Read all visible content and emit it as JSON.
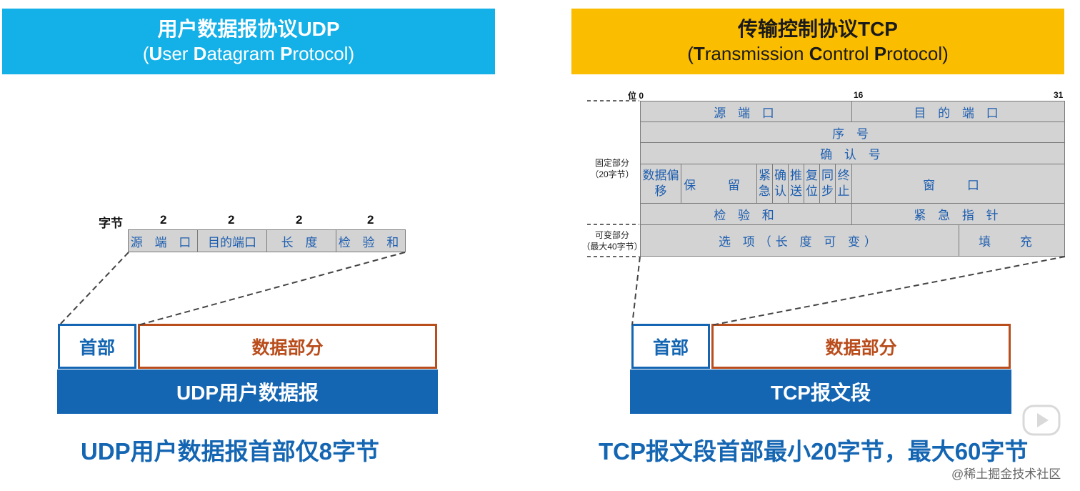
{
  "udp": {
    "banner_title": "用户数据报协议UDP",
    "banner_sub_open": "(",
    "banner_sub_U": "U",
    "banner_sub_ser": "ser ",
    "banner_sub_D": "D",
    "banner_sub_atagram": "atagram ",
    "banner_sub_P": "P",
    "banner_sub_rotocol": "rotocol)",
    "bytes_label": "字节",
    "byte_sizes": [
      "2",
      "2",
      "2",
      "2"
    ],
    "fields": [
      "源 端 口",
      "目的端口",
      "长 度",
      "检 验 和"
    ],
    "header_label": "首部",
    "data_label": "数据部分",
    "bar_label": "UDP用户数据报",
    "caption": "UDP用户数据报首部仅8字节"
  },
  "tcp": {
    "banner_title": "传输控制协议TCP",
    "banner_sub_open": "(",
    "banner_sub_T": "T",
    "banner_sub_ransmission": "ransmission ",
    "banner_sub_C": "C",
    "banner_sub_ontrol": "ontrol ",
    "banner_sub_P": "P",
    "banner_sub_rotocol": "rotocol)",
    "bit_label": "位 0",
    "bit_16": "16",
    "bit_31": "31",
    "fixed_label": "固定部分\n（20字节）",
    "variable_label": "可变部分\n（最大40字节）",
    "fields": {
      "src_port": "源 端 口",
      "dst_port": "目 的 端 口",
      "seq": "序 号",
      "ack": "确 认 号",
      "data_offset": "数据偏移",
      "reserved": "保 留",
      "urg": "紧急",
      "ackf": "确认",
      "psh": "推送",
      "rst": "复位",
      "syn": "同步",
      "fin": "终止",
      "window": "窗 口",
      "checksum": "检 验 和",
      "urgent_ptr": "紧 急 指 针",
      "options": "选 项（长 度 可 变）",
      "padding": "填 充"
    },
    "header_label": "首部",
    "data_label": "数据部分",
    "bar_label": "TCP报文段",
    "caption": "TCP报文段首部最小20字节，最大60字节"
  },
  "watermark": "@稀土掘金技术社区",
  "colors": {
    "udp_banner": "#14b0e8",
    "tcp_banner": "#fbbd00",
    "field_fill": "#d3d3d3",
    "field_text": "#1f5fb0",
    "header_blue": "#1466b3",
    "data_orange": "#b94d1c"
  }
}
